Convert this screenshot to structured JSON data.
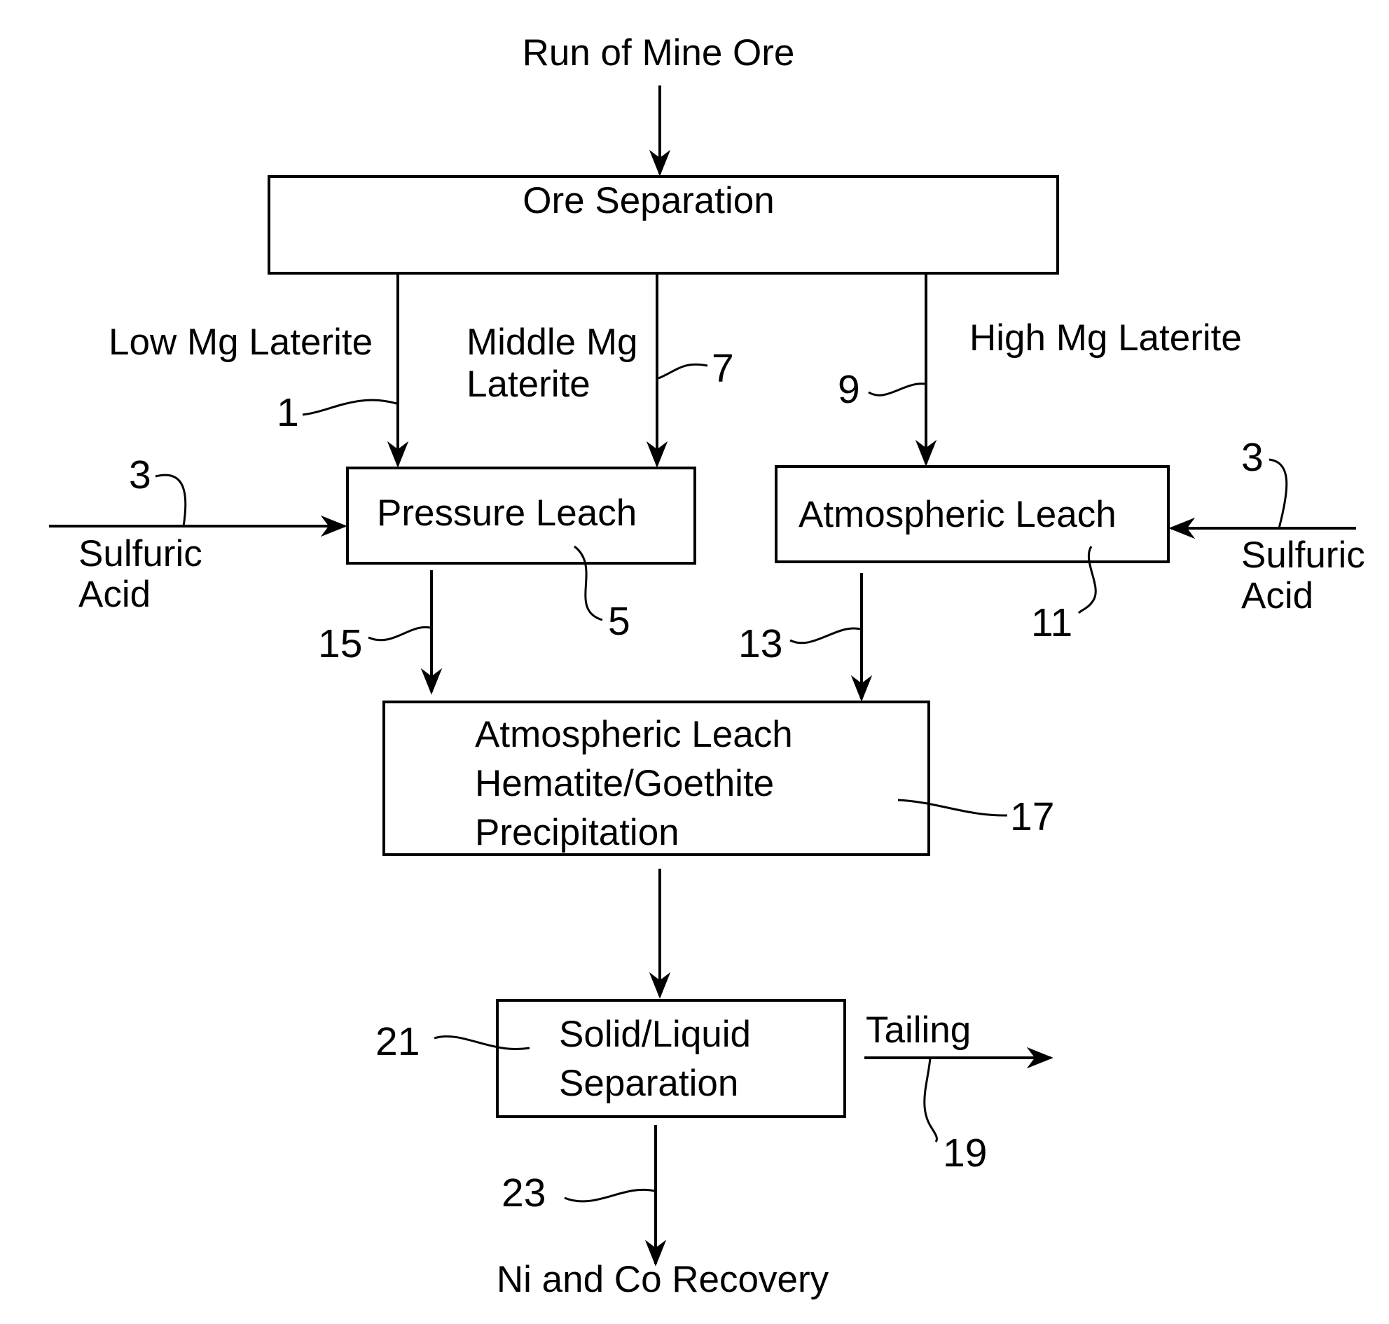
{
  "inputs": {
    "run_of_mine_ore": "Run of Mine Ore",
    "sulfuric_acid_left": [
      "Sulfuric",
      "Acid"
    ],
    "sulfuric_acid_right": [
      "Sulfuric",
      "Acid"
    ]
  },
  "boxes": {
    "ore_separation": "Ore Separation",
    "pressure_leach": "Pressure Leach",
    "atmospheric_leach": "Atmospheric Leach",
    "precipitation": [
      "Atmospheric Leach",
      "Hematite/Goethite",
      "Precipitation"
    ],
    "solid_liquid": [
      "Solid/Liquid",
      "Separation"
    ]
  },
  "streams": {
    "low_mg": "Low Mg Laterite",
    "middle_mg": [
      "Middle Mg",
      "Laterite"
    ],
    "high_mg": "High Mg Laterite",
    "tailing": "Tailing",
    "recovery": "Ni and Co Recovery"
  },
  "refs": {
    "r1": "1",
    "r3_left": "3",
    "r3_right": "3",
    "r5": "5",
    "r7": "7",
    "r9": "9",
    "r11": "11",
    "r13": "13",
    "r15": "15",
    "r17": "17",
    "r19": "19",
    "r21": "21",
    "r23": "23"
  }
}
